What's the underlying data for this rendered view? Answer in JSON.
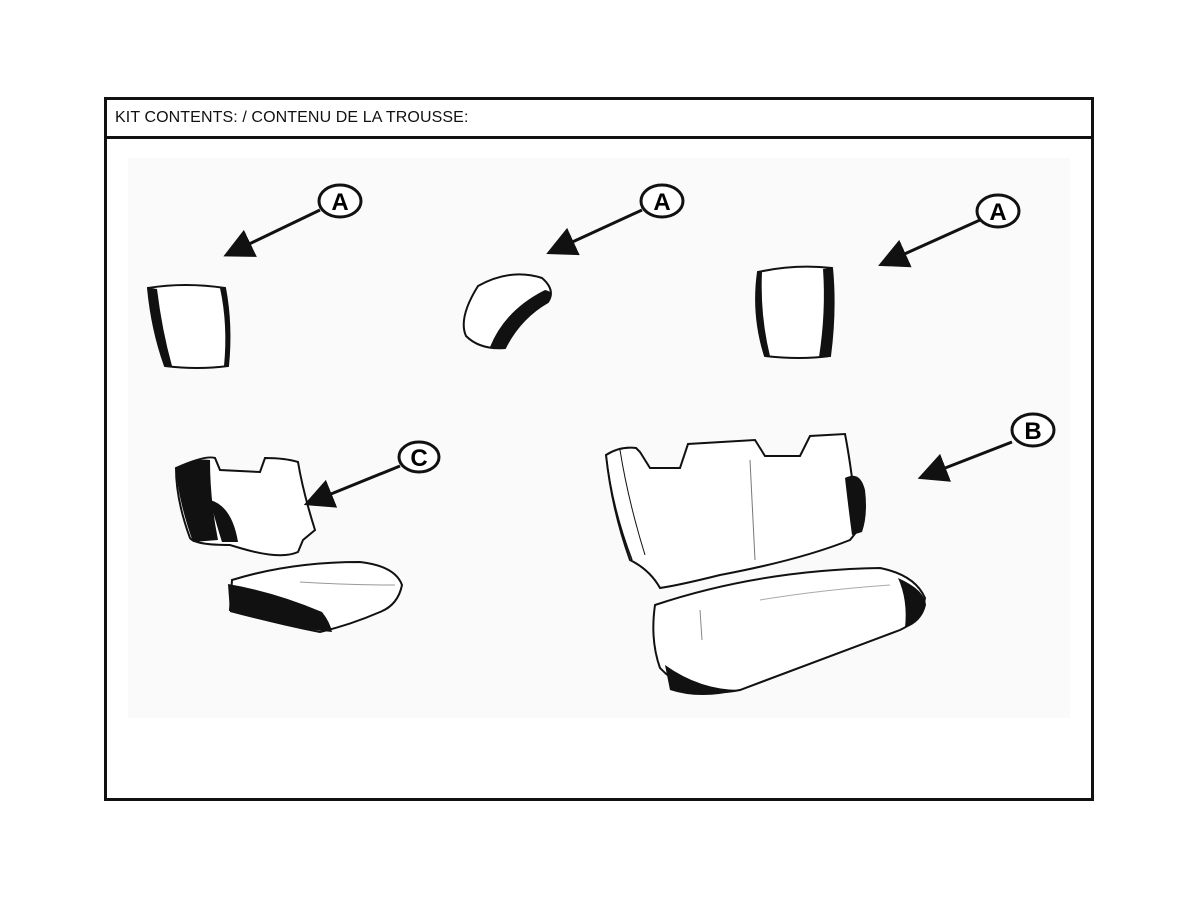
{
  "header": {
    "title": "KIT CONTENTS: / CONTENU DE LA TROUSSE:"
  },
  "callouts": [
    {
      "id": "A",
      "label": "A",
      "part": "headrest cover"
    },
    {
      "id": "A2",
      "label": "A",
      "part": "headrest cover"
    },
    {
      "id": "A3",
      "label": "A",
      "part": "headrest cover"
    },
    {
      "id": "B",
      "label": "B",
      "part": "rear bench seat cover"
    },
    {
      "id": "C",
      "label": "C",
      "part": "split seat cover"
    }
  ],
  "colors": {
    "line": "#111111",
    "fill_light": "#ffffff",
    "fill_dark": "#111111",
    "background_tint": "#f7f7f7"
  }
}
